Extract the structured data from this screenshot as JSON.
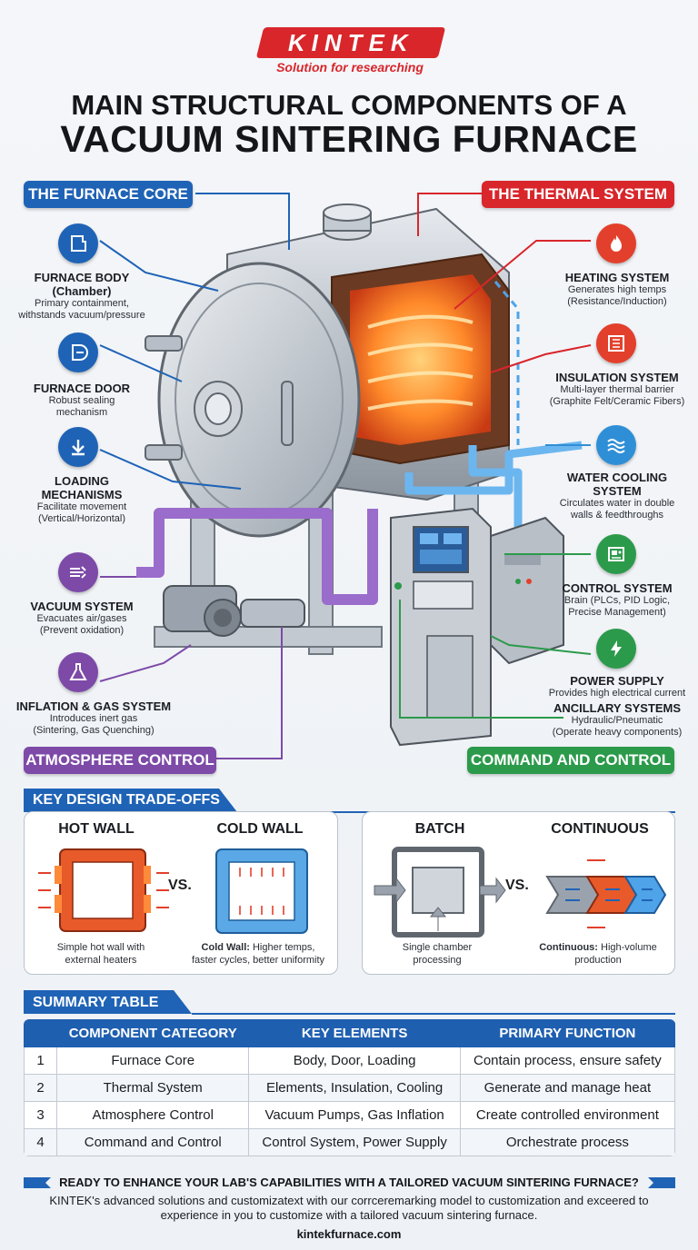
{
  "brand": {
    "name": "KINTEK",
    "tagline": "Solution for researching"
  },
  "title": {
    "line1": "MAIN STRUCTURAL COMPONENTS OF A",
    "line2": "VACUUM SINTERING FURNACE"
  },
  "sections": {
    "furnace_core": "THE FURNACE CORE",
    "thermal_system": "THE THERMAL SYSTEM",
    "atmosphere_control": "ATMOSPHERE CONTROL",
    "command_control": "COMMAND AND CONTROL"
  },
  "left_components": [
    {
      "title": "FURNACE BODY\n(Chamber)",
      "desc": "Primary containment,\nwithstands vacuum/pressure",
      "icon": "chamber-icon"
    },
    {
      "title": "FURNACE DOOR",
      "desc": "Robust sealing\nmechanism",
      "icon": "door-icon"
    },
    {
      "title": "LOADING\nMECHANISMS",
      "desc": "Facilitate movement\n(Vertical/Horizontal)",
      "icon": "down-arrow-icon"
    },
    {
      "title": "VACUUM SYSTEM",
      "desc": "Evacuates air/gases\n(Prevent oxidation)",
      "icon": "vacuum-icon"
    },
    {
      "title": "INFLATION & GAS SYSTEM",
      "desc": "Introduces inert gas\n(Sintering, Gas Quenching)",
      "icon": "flask-icon"
    }
  ],
  "right_components": [
    {
      "title": "HEATING SYSTEM",
      "desc": "Generates high temps\n(Resistance/Induction)",
      "icon": "flame-icon"
    },
    {
      "title": "INSULATION SYSTEM",
      "desc": "Multi-layer thermal barrier\n(Graphite Felt/Ceramic Fibers)",
      "icon": "insulation-icon"
    },
    {
      "title": "WATER COOLING\nSYSTEM",
      "desc": "Circulates water in double\nwalls & feedthroughs",
      "icon": "waves-icon"
    },
    {
      "title": "CONTROL SYSTEM",
      "desc": "Brain (PLCs, PID Logic,\nPrecise Management)",
      "icon": "control-panel-icon"
    },
    {
      "title": "POWER SUPPLY",
      "desc": "Provides high electrical current",
      "icon": "lightning-icon"
    },
    {
      "title": "ANCILLARY SYSTEMS",
      "desc": "Hydraulic/Pneumatic\n(Operate heavy components)",
      "icon": ""
    }
  ],
  "tradeoffs": {
    "header": "KEY DESIGN TRADE-OFFS",
    "hot_wall": {
      "title": "HOT WALL",
      "caption": "Simple hot wall with\nexternal heaters"
    },
    "cold_wall": {
      "title": "COLD WALL",
      "caption_bold": "Cold Wall:",
      "caption": " Higher temps,\nfaster cycles, better uniformity"
    },
    "batch": {
      "title": "BATCH",
      "caption": "Single chamber\nprocessing"
    },
    "continuous": {
      "title": "CONTINUOUS",
      "caption_bold": "Continuous:",
      "caption": " High-volume\nproduction"
    },
    "vs": "VS."
  },
  "summary": {
    "header": "SUMMARY TABLE",
    "columns": [
      "COMPONENT CATEGORY",
      "KEY ELEMENTS",
      "PRIMARY FUNCTION"
    ],
    "rows": [
      [
        "1",
        "Furnace Core",
        "Body, Door, Loading",
        "Contain process, ensure safety"
      ],
      [
        "2",
        "Thermal System",
        "Elements, Insulation, Cooling",
        "Generate and manage heat"
      ],
      [
        "3",
        "Atmosphere Control",
        "Vacuum Pumps, Gas Inflation",
        "Create controlled environment"
      ],
      [
        "4",
        "Command and Control",
        "Control System, Power Supply",
        "Orchestrate process"
      ]
    ]
  },
  "footer": {
    "question": "READY TO ENHANCE YOUR LAB'S CAPABILITIES WITH A TAILORED VACUUM SINTERING FURNACE?",
    "paragraph": "KINTEK's advanced solutions and customizatext with our corrceremarking model to customization and exceered to experience in you to customize with a tailored vacuum sintering furnace.",
    "url": "kintekfurnace.com"
  },
  "colors": {
    "blue": "#1f63b6",
    "red": "#d8262b",
    "purple": "#7d4aa8",
    "green": "#2c9a4b"
  }
}
